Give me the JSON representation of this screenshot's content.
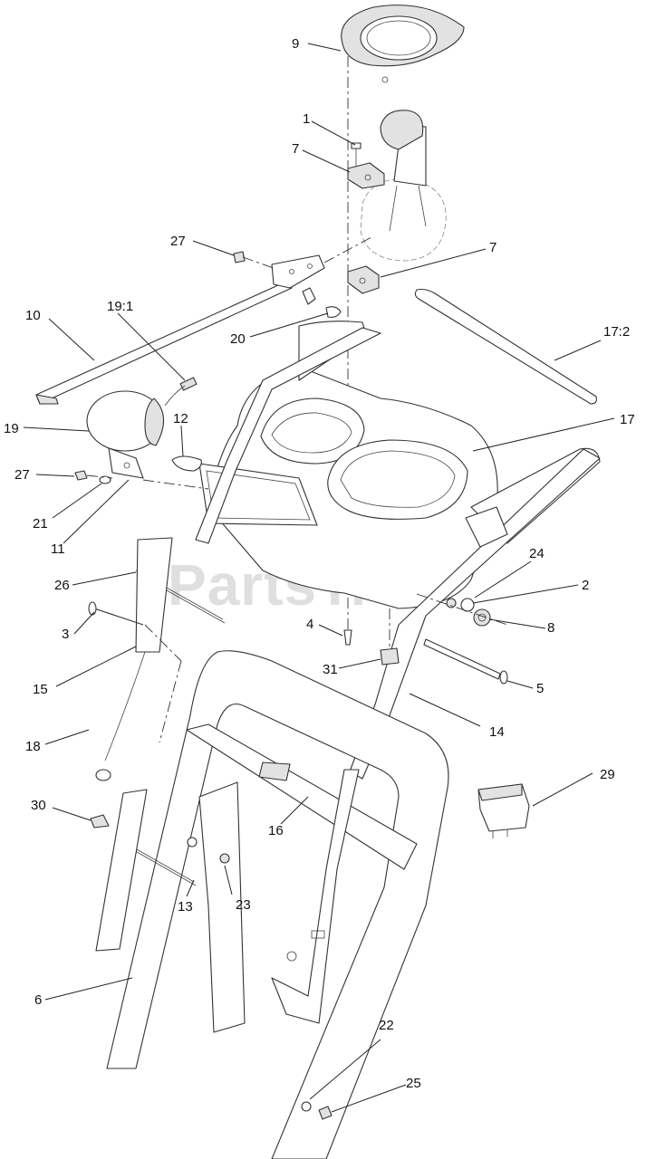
{
  "watermark": "PartsTree",
  "callouts": [
    {
      "id": "c9",
      "text": "9"
    },
    {
      "id": "c1",
      "text": "1"
    },
    {
      "id": "c7a",
      "text": "7"
    },
    {
      "id": "c27a",
      "text": "27"
    },
    {
      "id": "c7b",
      "text": "7"
    },
    {
      "id": "c10",
      "text": "10"
    },
    {
      "id": "c19_1",
      "text": "19:1"
    },
    {
      "id": "c20",
      "text": "20"
    },
    {
      "id": "c17_2",
      "text": "17:2"
    },
    {
      "id": "c19",
      "text": "19"
    },
    {
      "id": "c12",
      "text": "12"
    },
    {
      "id": "c17",
      "text": "17"
    },
    {
      "id": "c27b",
      "text": "27"
    },
    {
      "id": "c21",
      "text": "21"
    },
    {
      "id": "c11",
      "text": "11"
    },
    {
      "id": "c24",
      "text": "24"
    },
    {
      "id": "c26",
      "text": "26"
    },
    {
      "id": "c2",
      "text": "2"
    },
    {
      "id": "c8",
      "text": "8"
    },
    {
      "id": "c3",
      "text": "3"
    },
    {
      "id": "c4",
      "text": "4"
    },
    {
      "id": "c31",
      "text": "31"
    },
    {
      "id": "c5",
      "text": "5"
    },
    {
      "id": "c15",
      "text": "15"
    },
    {
      "id": "c14",
      "text": "14"
    },
    {
      "id": "c18",
      "text": "18"
    },
    {
      "id": "c29",
      "text": "29"
    },
    {
      "id": "c30",
      "text": "30"
    },
    {
      "id": "c16",
      "text": "16"
    },
    {
      "id": "c13",
      "text": "13"
    },
    {
      "id": "c23",
      "text": "23"
    },
    {
      "id": "c6",
      "text": "6"
    },
    {
      "id": "c22",
      "text": "22"
    },
    {
      "id": "c25",
      "text": "25"
    }
  ]
}
